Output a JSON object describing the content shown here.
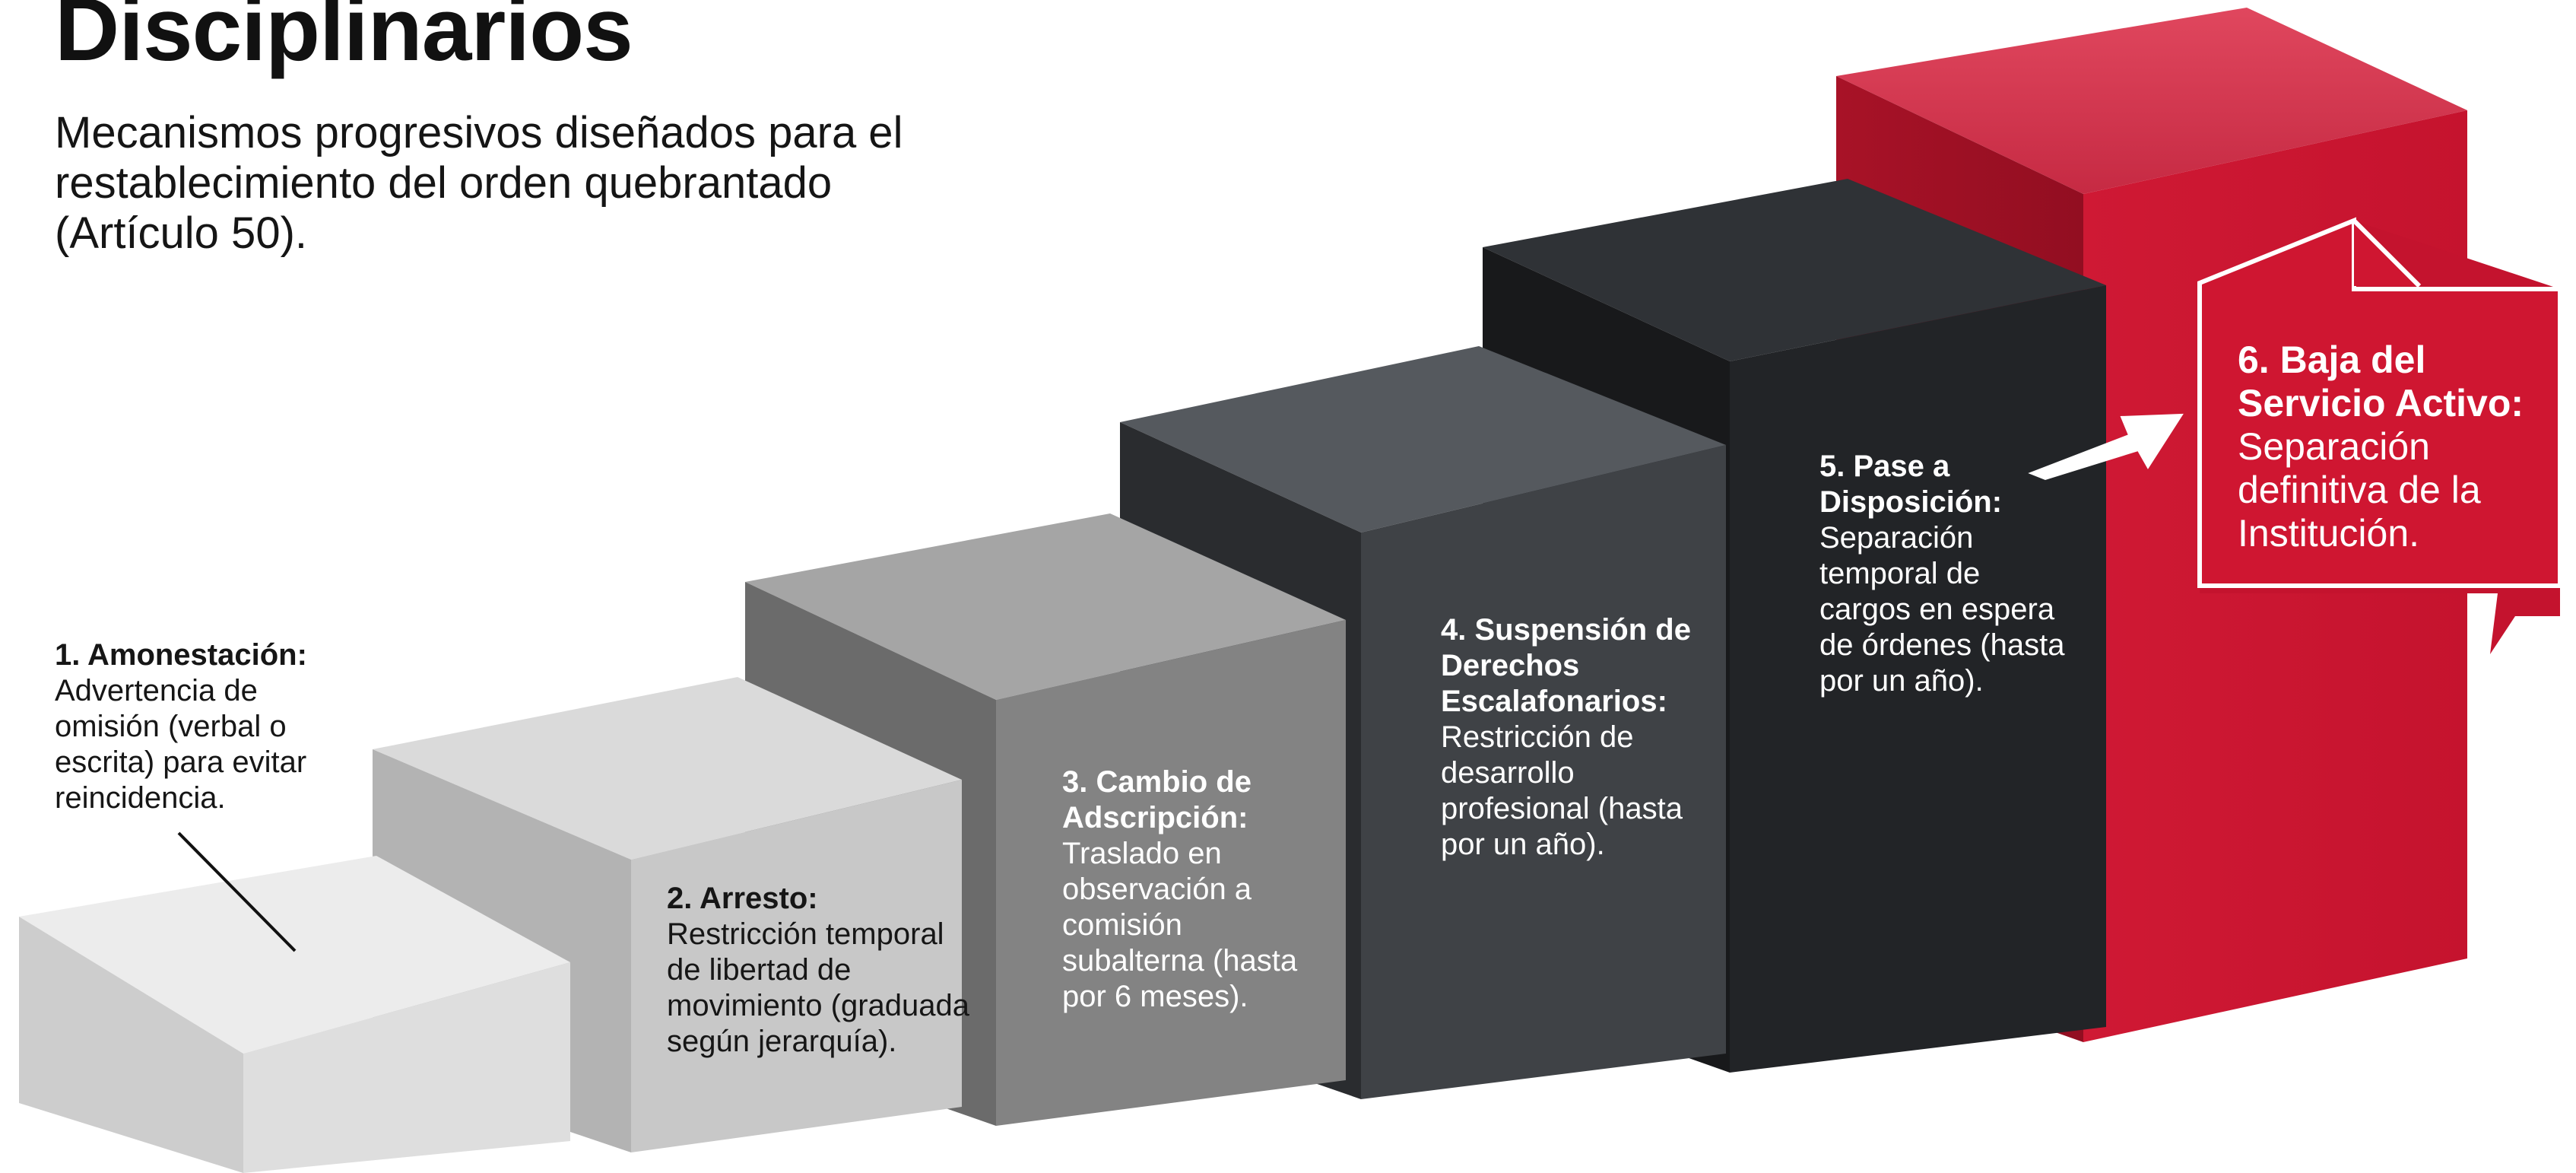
{
  "header": {
    "title": "Disciplinarios",
    "subtitle": "Mecanismos progresivos diseñados para el restablecimiento del orden quebrantado (Artículo 50)."
  },
  "steps": [
    {
      "title": "1. Amonestación:",
      "description": "Advertencia de omisión (verbal o escrita) para evitar reincidencia.",
      "color": "#e6e6e6"
    },
    {
      "title": "2. Arresto:",
      "description": "Restricción temporal de libertad de movimiento (graduada según jerarquía).",
      "color": "#c4c4c4"
    },
    {
      "title": "3. Cambio de Adscripción:",
      "description": "Traslado en observación a comisión subalterna (hasta por 6 meses).",
      "color": "#7e7e7e"
    },
    {
      "title": "4. Suspensión de Derechos Escalafonarios:",
      "description": "Restricción de desarrollo profesional (hasta por un año).",
      "color": "#3b3e42"
    },
    {
      "title": "5. Pase a Disposición:",
      "description": "Separación temporal de cargos en espera de órdenes (hasta por un año).",
      "color": "#222326"
    },
    {
      "title": "6. Baja del Servicio Activo:",
      "description": "Separación definitiva de la Institución.",
      "color": "#c8102e"
    }
  ]
}
